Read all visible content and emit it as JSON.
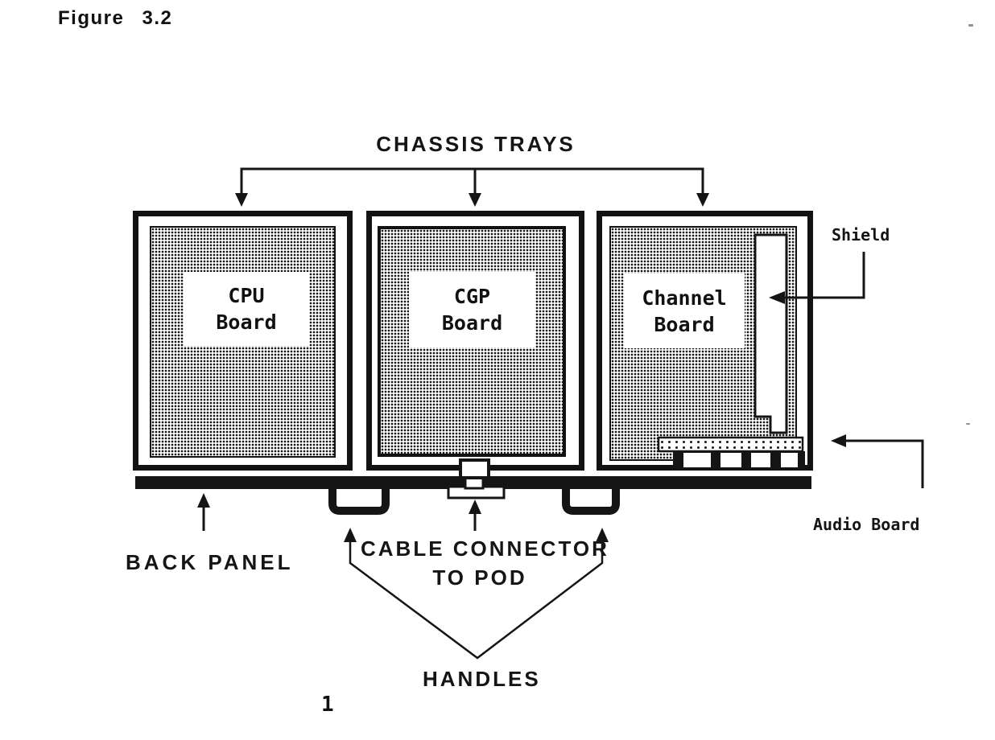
{
  "figure": {
    "title": "Figure 3.2",
    "page_mark": "1"
  },
  "labels": {
    "chassis_trays": "CHASSIS TRAYS",
    "back_panel": "BACK PANEL",
    "cable_connector_line1": "CABLE CONNECTOR",
    "cable_connector_line2": "TO POD",
    "handles": "HANDLES",
    "shield": "Shield",
    "audio_board": "Audio Board"
  },
  "boards": [
    {
      "id": "cpu-board",
      "line1": "CPU",
      "line2": "Board"
    },
    {
      "id": "cgp-board",
      "line1": "CGP",
      "line2": "Board"
    },
    {
      "id": "channel-board",
      "line1": "Channel",
      "line2": "Board"
    }
  ],
  "colors": {
    "ink": "#151515",
    "paper": "#ffffff"
  }
}
